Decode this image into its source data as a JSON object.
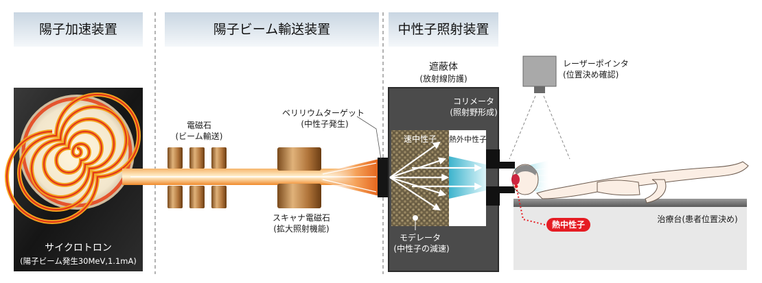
{
  "sections": {
    "cyclotron_header": "陽子加速装置",
    "beam_transport_header": "陽子ビーム輸送装置",
    "neutron_irradiation_header": "中性子照射装置"
  },
  "labels": {
    "cyclotron_name": "サイクロトロン",
    "cyclotron_spec": "(陽子ビーム発生30MeV,1.1mA)",
    "electromagnet_line1": "電磁石",
    "electromagnet_line2": "(ビーム輸送)",
    "beryllium_line1": "ベリリウムターゲット",
    "beryllium_line2": "(中性子発生)",
    "scanner_line1": "スキャナ電磁石",
    "scanner_line2": "(拡大照射機能)",
    "shield_line1": "遮蔽体",
    "shield_line2": "(放射線防護)",
    "collimator_line1": "コリメータ",
    "collimator_line2": "(照射野形成)",
    "fast_neutron": "速中性子",
    "epithermal_neutron": "熱外中性子",
    "moderator_line1": "モデレータ",
    "moderator_line2": "(中性子の減速)",
    "laser_line1": "レーザーポインタ",
    "laser_line2": "(位置決め確認)",
    "thermal_neutron": "熱中性子",
    "treatment_table": "治療台(患者位置決め)"
  },
  "colors": {
    "header_bg": "#dde6ee",
    "cyclotron_bg": "#222222",
    "beam": "#f08a2a",
    "magnet": "#b0743a",
    "shield": "#4a4a4a",
    "moderator": "#8a7a5a",
    "neutron_beam": "#3ec0d6",
    "thermal_badge": "#e51c23"
  }
}
